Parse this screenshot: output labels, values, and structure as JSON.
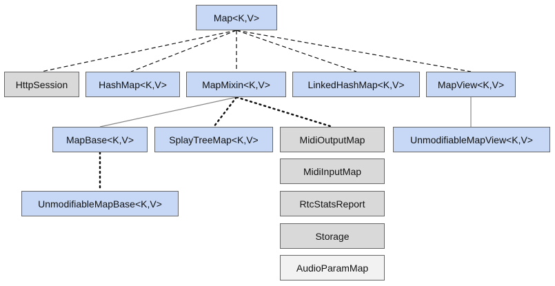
{
  "colors": {
    "class_fill": "#c6d8f6",
    "external_fill": "#d9d9d9",
    "light_fill": "#f2f2f2",
    "border": "#666666",
    "edge": "#111111"
  },
  "nodes": {
    "map": "Map<K,V>",
    "http_session": "HttpSession",
    "hash_map": "HashMap<K,V>",
    "map_mixin": "MapMixin<K,V>",
    "linked_hash_map": "LinkedHashMap<K,V>",
    "map_view": "MapView<K,V>",
    "map_base": "MapBase<K,V>",
    "splay_tree_map": "SplayTreeMap<K,V>",
    "midi_output_map": "MidiOutputMap",
    "unmodifiable_map_view": "UnmodifiableMapView<K,V>",
    "midi_input_map": "MidiInputMap",
    "unmodifiable_map_base": "UnmodifiableMapBase<K,V>",
    "rtc_stats_report": "RtcStatsReport",
    "storage": "Storage",
    "audio_param_map": "AudioParamMap"
  },
  "edges": [
    {
      "from": "map",
      "to": "http_session",
      "style": "dashed"
    },
    {
      "from": "map",
      "to": "hash_map",
      "style": "dashed"
    },
    {
      "from": "map",
      "to": "map_mixin",
      "style": "dashed"
    },
    {
      "from": "map",
      "to": "linked_hash_map",
      "style": "dashed"
    },
    {
      "from": "map",
      "to": "map_view",
      "style": "dashed"
    },
    {
      "from": "map_mixin",
      "to": "map_base",
      "style": "solid"
    },
    {
      "from": "map_mixin",
      "to": "splay_tree_map",
      "style": "dotted"
    },
    {
      "from": "map_mixin",
      "to": "midi_output_map",
      "style": "dotted"
    },
    {
      "from": "map_view",
      "to": "unmodifiable_map_view",
      "style": "solid"
    },
    {
      "from": "map_base",
      "to": "unmodifiable_map_base",
      "style": "dotted"
    }
  ]
}
